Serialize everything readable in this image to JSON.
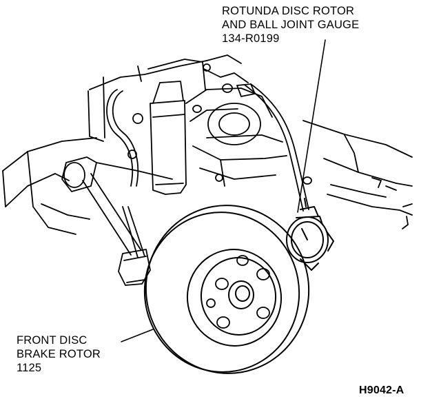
{
  "callouts": {
    "gauge": {
      "line1": "ROTUNDA DISC ROTOR",
      "line2": "AND BALL JOINT GAUGE",
      "line3": "134-R0199"
    },
    "rotor": {
      "line1": "FRONT DISC",
      "line2": "BRAKE ROTOR",
      "line3": "1125"
    }
  },
  "figure_id": "H9042-A",
  "colors": {
    "ink": "#000000",
    "paper": "#ffffff"
  }
}
